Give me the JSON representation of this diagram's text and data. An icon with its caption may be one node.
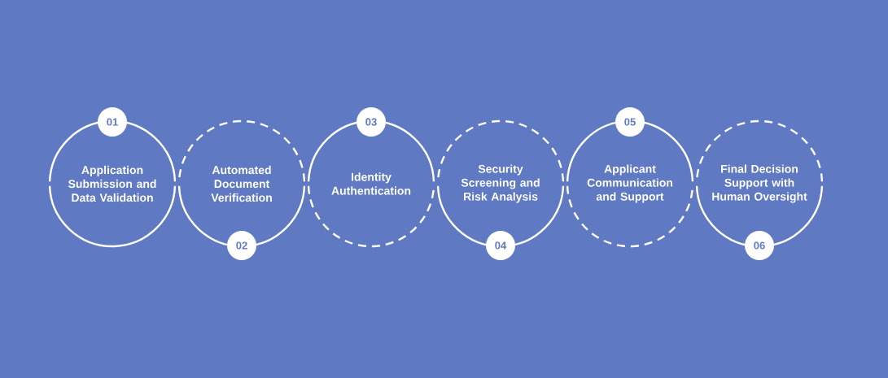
{
  "diagram": {
    "nodes": [
      {
        "text": [
          "Application Submission and Data Validation"
        ]
      },
      {
        "text": [
          "01"
        ]
      },
      {
        "text": [
          "Automated Document Verification"
        ]
      },
      {
        "text": [
          "02"
        ]
      },
      {
        "text": [
          "Identity Authentication"
        ]
      },
      {
        "text": [
          "03"
        ]
      },
      {
        "text": [
          "Security Screening and Risk Analysis"
        ]
      },
      {
        "text": [
          "04"
        ]
      },
      {
        "text": [
          "Applicant Communication and Support"
        ]
      },
      {
        "text": [
          "05"
        ]
      },
      {
        "text": [
          "Final Decision Support with Human Oversight"
        ]
      },
      {
        "text": [
          "06"
        ]
      }
    ]
  }
}
